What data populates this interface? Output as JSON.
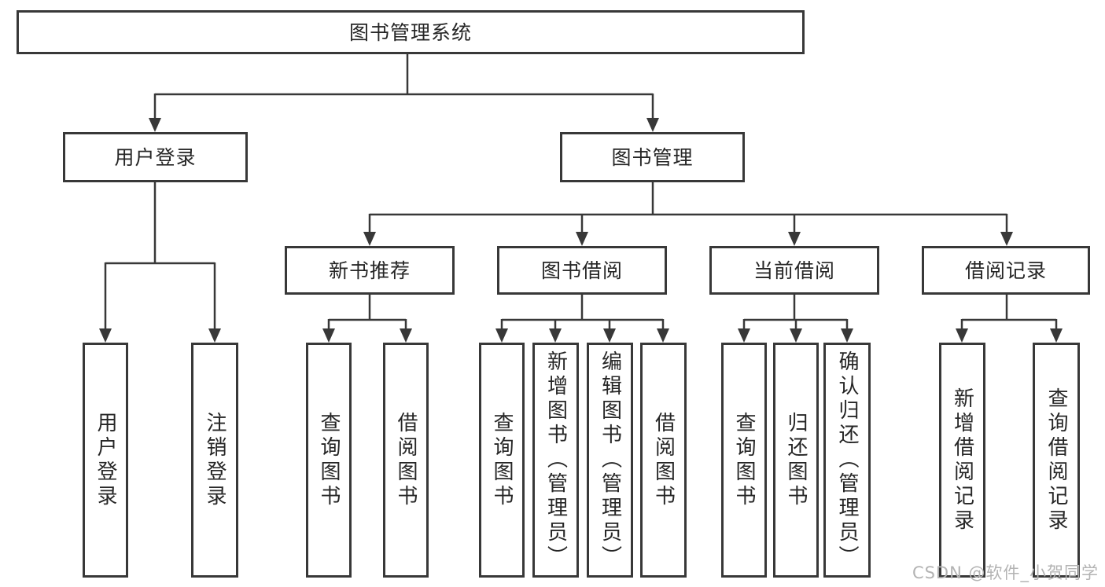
{
  "diagram": {
    "type": "hierarchy-tree",
    "title": "图书管理系统",
    "watermark": "CSDN @软件_小贺同学",
    "colors": {
      "line": "#383838",
      "text": "#262626",
      "watermark": "#b3b3b3",
      "background": "#ffffff"
    },
    "nodes": [
      {
        "id": "root",
        "label": "图书管理系统",
        "parent": null
      },
      {
        "id": "user-login",
        "label": "用户登录",
        "parent": "root"
      },
      {
        "id": "book-mgmt",
        "label": "图书管理",
        "parent": "root"
      },
      {
        "id": "new-book-rec",
        "label": "新书推荐",
        "parent": "book-mgmt"
      },
      {
        "id": "book-borrow",
        "label": "图书借阅",
        "parent": "book-mgmt"
      },
      {
        "id": "current-borrow",
        "label": "当前借阅",
        "parent": "book-mgmt"
      },
      {
        "id": "borrow-records",
        "label": "借阅记录",
        "parent": "book-mgmt"
      },
      {
        "id": "leaf-user-login",
        "label": "用户登录",
        "parent": "user-login"
      },
      {
        "id": "leaf-logout",
        "label": "注销登录",
        "parent": "user-login"
      },
      {
        "id": "leaf-nbr-query",
        "label": "查询图书",
        "parent": "new-book-rec"
      },
      {
        "id": "leaf-nbr-borrow",
        "label": "借阅图书",
        "parent": "new-book-rec"
      },
      {
        "id": "leaf-bb-query",
        "label": "查询图书",
        "parent": "book-borrow"
      },
      {
        "id": "leaf-bb-add",
        "label": "新增图书（管理员）",
        "parent": "book-borrow"
      },
      {
        "id": "leaf-bb-edit",
        "label": "编辑图书（管理员）",
        "parent": "book-borrow"
      },
      {
        "id": "leaf-bb-borrow",
        "label": "借阅图书",
        "parent": "book-borrow"
      },
      {
        "id": "leaf-cb-query",
        "label": "查询图书",
        "parent": "current-borrow"
      },
      {
        "id": "leaf-cb-return",
        "label": "归还图书",
        "parent": "current-borrow"
      },
      {
        "id": "leaf-cb-confirm",
        "label": "确认归还（管理员）",
        "parent": "current-borrow"
      },
      {
        "id": "leaf-br-add",
        "label": "新增借阅记录",
        "parent": "borrow-records"
      },
      {
        "id": "leaf-br-query",
        "label": "查询借阅记录",
        "parent": "borrow-records"
      }
    ]
  }
}
